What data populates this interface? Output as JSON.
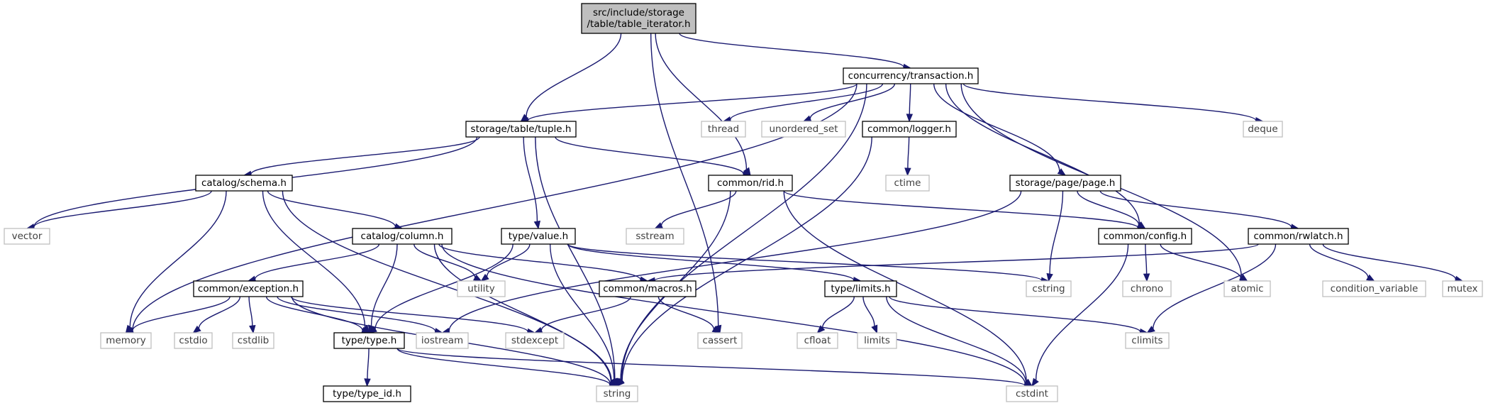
{
  "diagram": {
    "title": "",
    "colors": {
      "edge": "#191970",
      "node_border": "#000000",
      "system_border": "#bfbfbf",
      "root_fill": "#bfbfbf",
      "system_text": "#3f3f3f"
    },
    "nodes": [
      {
        "id": "root",
        "kind": "root",
        "lines": [
          "src/include/storage",
          "/table/table_iterator.h"
        ]
      },
      {
        "id": "transaction",
        "kind": "doc",
        "lines": [
          "concurrency/transaction.h"
        ]
      },
      {
        "id": "tuple",
        "kind": "doc",
        "lines": [
          "storage/table/tuple.h"
        ]
      },
      {
        "id": "thread",
        "kind": "sys",
        "lines": [
          "thread"
        ]
      },
      {
        "id": "unordered_set",
        "kind": "sys",
        "lines": [
          "unordered_set"
        ]
      },
      {
        "id": "logger",
        "kind": "doc",
        "lines": [
          "common/logger.h"
        ]
      },
      {
        "id": "deque",
        "kind": "sys",
        "lines": [
          "deque"
        ]
      },
      {
        "id": "schema",
        "kind": "doc",
        "lines": [
          "catalog/schema.h"
        ]
      },
      {
        "id": "rid",
        "kind": "doc",
        "lines": [
          "common/rid.h"
        ]
      },
      {
        "id": "ctime",
        "kind": "sys",
        "lines": [
          "ctime"
        ]
      },
      {
        "id": "page",
        "kind": "doc",
        "lines": [
          "storage/page/page.h"
        ]
      },
      {
        "id": "vector",
        "kind": "sys",
        "lines": [
          "vector"
        ]
      },
      {
        "id": "column",
        "kind": "doc",
        "lines": [
          "catalog/column.h"
        ]
      },
      {
        "id": "value",
        "kind": "doc",
        "lines": [
          "type/value.h"
        ]
      },
      {
        "id": "sstream",
        "kind": "sys",
        "lines": [
          "sstream"
        ]
      },
      {
        "id": "config",
        "kind": "doc",
        "lines": [
          "common/config.h"
        ]
      },
      {
        "id": "rwlatch",
        "kind": "doc",
        "lines": [
          "common/rwlatch.h"
        ]
      },
      {
        "id": "exception",
        "kind": "doc",
        "lines": [
          "common/exception.h"
        ]
      },
      {
        "id": "utility",
        "kind": "sys",
        "lines": [
          "utility"
        ]
      },
      {
        "id": "macros",
        "kind": "doc",
        "lines": [
          "common/macros.h"
        ]
      },
      {
        "id": "limits_h",
        "kind": "doc",
        "lines": [
          "type/limits.h"
        ]
      },
      {
        "id": "cstring",
        "kind": "sys",
        "lines": [
          "cstring"
        ]
      },
      {
        "id": "chrono",
        "kind": "sys",
        "lines": [
          "chrono"
        ]
      },
      {
        "id": "atomic",
        "kind": "sys",
        "lines": [
          "atomic"
        ]
      },
      {
        "id": "condition_variable",
        "kind": "sys",
        "lines": [
          "condition_variable"
        ]
      },
      {
        "id": "mutex",
        "kind": "sys",
        "lines": [
          "mutex"
        ]
      },
      {
        "id": "memory",
        "kind": "sys",
        "lines": [
          "memory"
        ]
      },
      {
        "id": "cstdio",
        "kind": "sys",
        "lines": [
          "cstdio"
        ]
      },
      {
        "id": "cstdlib",
        "kind": "sys",
        "lines": [
          "cstdlib"
        ]
      },
      {
        "id": "type_h",
        "kind": "doc",
        "lines": [
          "type/type.h"
        ]
      },
      {
        "id": "iostream",
        "kind": "sys",
        "lines": [
          "iostream"
        ]
      },
      {
        "id": "stdexcept",
        "kind": "sys",
        "lines": [
          "stdexcept"
        ]
      },
      {
        "id": "cassert",
        "kind": "sys",
        "lines": [
          "cassert"
        ]
      },
      {
        "id": "cfloat",
        "kind": "sys",
        "lines": [
          "cfloat"
        ]
      },
      {
        "id": "limits",
        "kind": "sys",
        "lines": [
          "limits"
        ]
      },
      {
        "id": "climits",
        "kind": "sys",
        "lines": [
          "climits"
        ]
      },
      {
        "id": "type_id",
        "kind": "doc",
        "lines": [
          "type/type_id.h"
        ]
      },
      {
        "id": "string",
        "kind": "sys",
        "lines": [
          "string"
        ]
      },
      {
        "id": "cstdint",
        "kind": "sys",
        "lines": [
          "cstdint"
        ]
      }
    ],
    "edges": [
      [
        "root",
        "tuple"
      ],
      [
        "root",
        "cassert"
      ],
      [
        "root",
        "rid"
      ],
      [
        "root",
        "transaction"
      ],
      [
        "transaction",
        "tuple"
      ],
      [
        "transaction",
        "memory"
      ],
      [
        "transaction",
        "thread"
      ],
      [
        "transaction",
        "unordered_set"
      ],
      [
        "transaction",
        "logger"
      ],
      [
        "transaction",
        "string"
      ],
      [
        "transaction",
        "page"
      ],
      [
        "transaction",
        "config"
      ],
      [
        "transaction",
        "atomic"
      ],
      [
        "transaction",
        "deque"
      ],
      [
        "tuple",
        "vector"
      ],
      [
        "tuple",
        "schema"
      ],
      [
        "tuple",
        "string"
      ],
      [
        "tuple",
        "value"
      ],
      [
        "tuple",
        "rid"
      ],
      [
        "logger",
        "ctime"
      ],
      [
        "logger",
        "string"
      ],
      [
        "schema",
        "vector"
      ],
      [
        "schema",
        "memory"
      ],
      [
        "schema",
        "string"
      ],
      [
        "schema",
        "type_h"
      ],
      [
        "schema",
        "column"
      ],
      [
        "rid",
        "sstream"
      ],
      [
        "rid",
        "string"
      ],
      [
        "rid",
        "config"
      ],
      [
        "rid",
        "cstdint"
      ],
      [
        "page",
        "iostream"
      ],
      [
        "page",
        "config"
      ],
      [
        "page",
        "cstring"
      ],
      [
        "page",
        "rwlatch"
      ],
      [
        "column",
        "exception"
      ],
      [
        "column",
        "type_h"
      ],
      [
        "column",
        "string"
      ],
      [
        "column",
        "utility"
      ],
      [
        "column",
        "macros"
      ],
      [
        "column",
        "cstdint"
      ],
      [
        "value",
        "utility"
      ],
      [
        "value",
        "type_h"
      ],
      [
        "value",
        "string"
      ],
      [
        "value",
        "limits_h"
      ],
      [
        "value",
        "cstring"
      ],
      [
        "config",
        "chrono"
      ],
      [
        "config",
        "atomic"
      ],
      [
        "config",
        "cstdint"
      ],
      [
        "rwlatch",
        "macros"
      ],
      [
        "rwlatch",
        "climits"
      ],
      [
        "rwlatch",
        "condition_variable"
      ],
      [
        "rwlatch",
        "mutex"
      ],
      [
        "exception",
        "memory"
      ],
      [
        "exception",
        "cstdio"
      ],
      [
        "exception",
        "cstdlib"
      ],
      [
        "exception",
        "type_h"
      ],
      [
        "exception",
        "iostream"
      ],
      [
        "exception",
        "stdexcept"
      ],
      [
        "exception",
        "string"
      ],
      [
        "macros",
        "stdexcept"
      ],
      [
        "macros",
        "cassert"
      ],
      [
        "limits_h",
        "cfloat"
      ],
      [
        "limits_h",
        "limits"
      ],
      [
        "limits_h",
        "climits"
      ],
      [
        "limits_h",
        "cstdint"
      ],
      [
        "type_h",
        "type_id"
      ],
      [
        "type_h",
        "string"
      ],
      [
        "type_h",
        "cstdint"
      ]
    ]
  }
}
